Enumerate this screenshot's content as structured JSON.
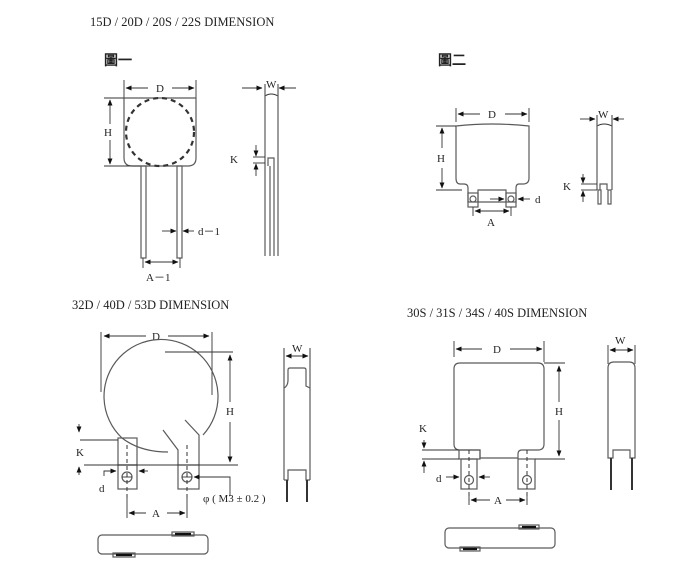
{
  "diagram": {
    "sections": [
      {
        "id": "fig1",
        "title": "15D / 20D / 20S / 22S DIMENSION",
        "figure_label": "圖一",
        "front_view": {
          "labels": {
            "D": "D",
            "H": "H",
            "d": "d－1",
            "A": "A－1"
          }
        },
        "side_view": {
          "labels": {
            "W": "W",
            "K": "K"
          }
        }
      },
      {
        "id": "fig2",
        "title": "",
        "figure_label": "圖二",
        "front_view": {
          "labels": {
            "D": "D",
            "H": "H",
            "d": "d",
            "A": "A"
          }
        },
        "side_view": {
          "labels": {
            "W": "W",
            "K": "K"
          }
        }
      },
      {
        "id": "fig3",
        "title": "32D / 40D / 53D   DIMENSION",
        "front_view": {
          "labels": {
            "D": "D",
            "H": "H",
            "K": "K",
            "d": "d",
            "A": "A",
            "hole": "φ ( M3 ± 0.2 )"
          }
        },
        "side_view": {
          "labels": {
            "W": "W"
          }
        },
        "bottom_view": {}
      },
      {
        "id": "fig4",
        "title": "30S / 31S / 34S / 40S  DIMENSION",
        "front_view": {
          "labels": {
            "D": "D",
            "H": "H",
            "K": "K",
            "d": "d",
            "A": "A"
          }
        },
        "side_view": {
          "labels": {
            "W": "W"
          }
        },
        "bottom_view": {}
      }
    ]
  }
}
